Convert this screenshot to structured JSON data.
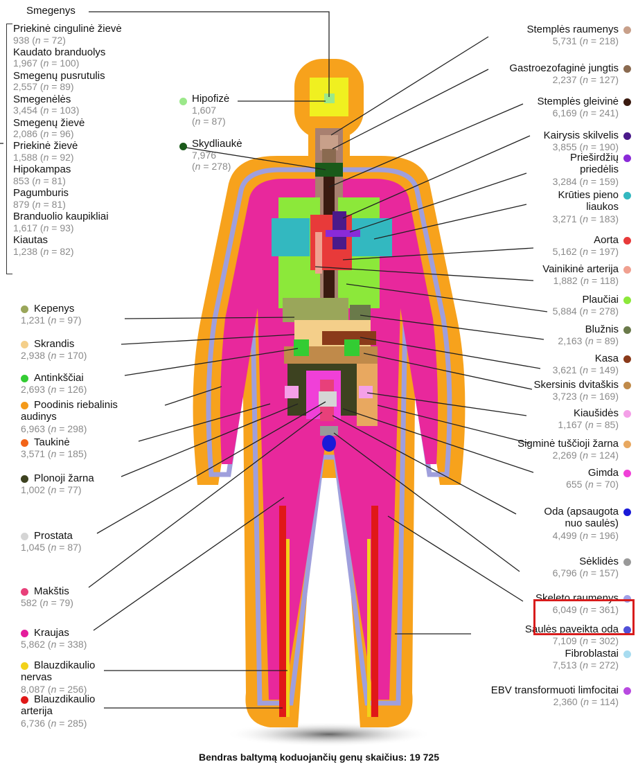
{
  "title_top": "Smegenys",
  "brain_regions": [
    {
      "name": "Priekinė cingulinė žievė",
      "count": "938",
      "n": "72"
    },
    {
      "name": "Kaudato branduolys",
      "count": "1,967",
      "n": "100"
    },
    {
      "name": "Smegenų pusrutulis",
      "count": "2,557",
      "n": "89"
    },
    {
      "name": "Smegenėlės",
      "count": "3,454",
      "n": "103"
    },
    {
      "name": "Smegenų žievė",
      "count": "2,086",
      "n": "96"
    },
    {
      "name": "Priekinė žievė",
      "count": "1,588",
      "n": "92"
    },
    {
      "name": "Hipokampas",
      "count": "853",
      "n": "81"
    },
    {
      "name": "Pagumburis",
      "count": "879",
      "n": "81"
    },
    {
      "name": "Branduolio kaupikliai",
      "count": "1,617",
      "n": "93"
    },
    {
      "name": "Kiautas",
      "count": "1,238",
      "n": "82"
    }
  ],
  "hipofize": {
    "name": "Hipofizė",
    "count": "1,607",
    "n": "87",
    "color": "#9be88a"
  },
  "skydliauke": {
    "name": "Skydliaukė",
    "count": "7,976",
    "n": "278",
    "color": "#1a5a1a"
  },
  "left_tissues": [
    {
      "name": "Kepenys",
      "count": "1,231",
      "n": "97",
      "color": "#9aa65a"
    },
    {
      "name": "Skrandis",
      "count": "2,938",
      "n": "170",
      "color": "#f4cf8a"
    },
    {
      "name": "Antinkščiai",
      "count": "2,693",
      "n": "126",
      "color": "#33cc33"
    },
    {
      "name": "Poodinis riebalinis",
      "name2": "audinys",
      "count": "6,963",
      "n": "298",
      "color": "#f49a1a"
    },
    {
      "name": "Taukinė",
      "count": "3,571",
      "n": "185",
      "color": "#f26418"
    },
    {
      "name": "Plonoji žarna",
      "count": "1,002",
      "n": "77",
      "color": "#3d4220"
    },
    {
      "name": "Prostata",
      "count": "1,045",
      "n": "87",
      "color": "#d5d5d5"
    },
    {
      "name": "Makštis",
      "count": "582",
      "n": "79",
      "color": "#e8407a"
    },
    {
      "name": "Kraujas",
      "count": "5,862",
      "n": "338",
      "color": "#e41c9c"
    },
    {
      "name": "Blauzdikaulio",
      "name2": "nervas",
      "count": "8,087",
      "n": "256",
      "color": "#f2d21a"
    },
    {
      "name": "Blauzdikaulio",
      "name2": "arterija",
      "count": "6,736",
      "n": "285",
      "color": "#e01818"
    }
  ],
  "right_tissues": [
    {
      "name": "Stemplės raumenys",
      "count": "5,731",
      "n": "218",
      "color": "#c8a08a"
    },
    {
      "name": "Gastroezofaginė jungtis",
      "count": "2,237",
      "n": "127",
      "color": "#8a6a50"
    },
    {
      "name": "Stemplės gleivinė",
      "count": "6,169",
      "n": "241",
      "color": "#3a1a10"
    },
    {
      "name": "Kairysis skilvelis",
      "count": "3,855",
      "n": "190",
      "color": "#4a1a8a"
    },
    {
      "name": "Prieširdžių",
      "name2": "priedėlis",
      "count": "3,284",
      "n": "159",
      "color": "#8a2ad8"
    },
    {
      "name": "Krūties pieno",
      "name2": "liaukos",
      "count": "3,271",
      "n": "183",
      "color": "#33b8c0"
    },
    {
      "name": "Aorta",
      "count": "5,162",
      "n": "197",
      "color": "#e83a3a"
    },
    {
      "name": "Vainikinė arterija",
      "count": "1,882",
      "n": "118",
      "color": "#f0a090"
    },
    {
      "name": "Plaučiai",
      "count": "5,884",
      "n": "278",
      "color": "#8ce83a"
    },
    {
      "name": "Blužnis",
      "count": "2,163",
      "n": "89",
      "color": "#6a7a4a"
    },
    {
      "name": "Kasa",
      "count": "3,621",
      "n": "149",
      "color": "#8a3a1a"
    },
    {
      "name": "Skersinis dvitaškis",
      "count": "3,723",
      "n": "169",
      "color": "#c08a4a"
    },
    {
      "name": "Kiaušidės",
      "count": "1,167",
      "n": "85",
      "color": "#f4a0e8"
    },
    {
      "name": "Sigminė tuščioji žarna",
      "count": "2,269",
      "n": "124",
      "color": "#e8a860"
    },
    {
      "name": "Gimda",
      "count": "655",
      "n": "70",
      "color": "#f040d8"
    },
    {
      "name": "Oda (apsaugota",
      "name2": "nuo saulės)",
      "count": "4,499",
      "n": "196",
      "color": "#1a1ad8"
    },
    {
      "name": "Sėklidės",
      "count": "6,796",
      "n": "157",
      "color": "#999999"
    },
    {
      "name": "Skeleto raumenys",
      "count": "6,049",
      "n": "361",
      "color": "#a0a0e8"
    },
    {
      "name": "Saulės paveikta oda",
      "count": "7,109",
      "n": "302",
      "color": "#5050d8"
    },
    {
      "name": "Fibroblastai",
      "count": "7,513",
      "n": "272",
      "color": "#a8dcf0"
    },
    {
      "name": "EBV transformuoti limfocitai",
      "count": "2,360",
      "n": "114",
      "color": "#b84ae0"
    }
  ],
  "total_label": "Bendras baltymą koduojančių genų skaičius: 19 725",
  "n_prefix": "n"
}
